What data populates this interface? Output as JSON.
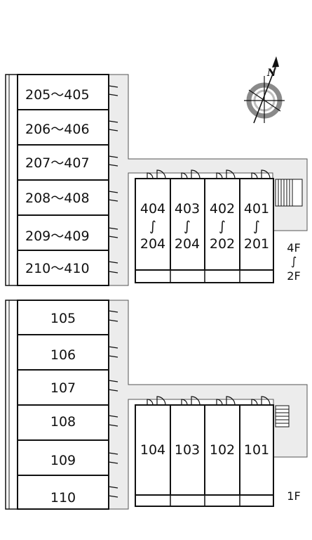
{
  "upper_floor": {
    "floor_label": [
      "4F",
      "∫",
      "2F"
    ],
    "west_units": [
      {
        "label": "205～405"
      },
      {
        "label": "206～406"
      },
      {
        "label": "207～407"
      },
      {
        "label": "208～408"
      },
      {
        "label": "209～409"
      },
      {
        "label": "210～410"
      }
    ],
    "south_units": [
      {
        "top": "404",
        "mid": "∫",
        "bottom": "204"
      },
      {
        "top": "403",
        "mid": "∫",
        "bottom": "204"
      },
      {
        "top": "402",
        "mid": "∫",
        "bottom": "202"
      },
      {
        "top": "401",
        "mid": "∫",
        "bottom": "201"
      }
    ]
  },
  "ground_floor": {
    "floor_label": "1F",
    "west_units": [
      {
        "label": "105"
      },
      {
        "label": "106"
      },
      {
        "label": "107"
      },
      {
        "label": "108"
      },
      {
        "label": "109"
      },
      {
        "label": "110"
      }
    ],
    "south_units": [
      {
        "label": "104"
      },
      {
        "label": "103"
      },
      {
        "label": "102"
      },
      {
        "label": "101"
      }
    ]
  },
  "compass": {
    "north_letter": "N",
    "icon": "compass-icon"
  },
  "colors": {
    "corridor": "#ececec",
    "line": "#111111",
    "compass_ring": "#8a8a8a"
  }
}
